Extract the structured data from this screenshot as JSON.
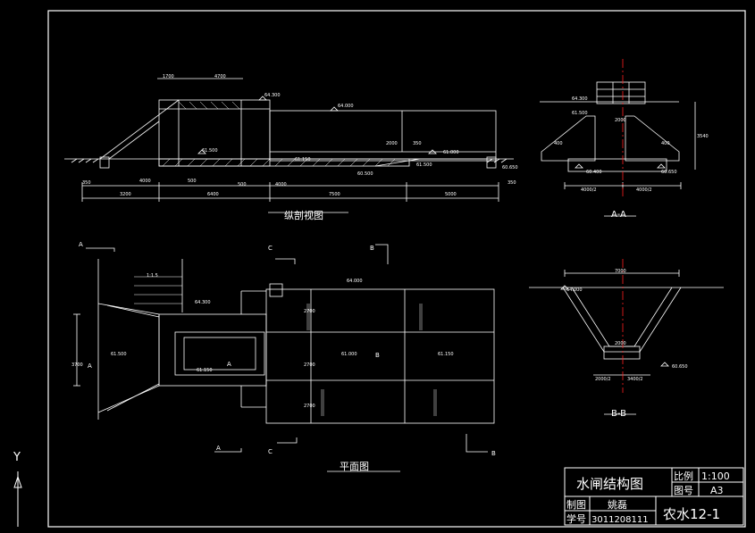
{
  "colors": {
    "background": "#000000",
    "line": "#ffffff",
    "axis": "#ff2020"
  },
  "views": {
    "longitudinal": {
      "caption": "纵剖视图",
      "top_dims": [
        "1700",
        "4700"
      ],
      "elevations": [
        "64.300",
        "64.000",
        "61.500",
        "61.150",
        "61.000",
        "60.500",
        "60.650",
        "61.500"
      ],
      "bottom_dims": [
        "350",
        "4000",
        "500",
        "500",
        "4000",
        "350"
      ],
      "overall_dims": [
        "3200",
        "6400",
        "7500",
        "5000"
      ],
      "mid_dims": [
        "2000",
        "350"
      ]
    },
    "section_aa": {
      "caption": "A-A",
      "elevations": [
        "64.300",
        "61.500",
        "60.400",
        "60.650"
      ],
      "dims": [
        "2000",
        "400",
        "400",
        "3540",
        "4000/2",
        "4000/2"
      ]
    },
    "plan": {
      "caption": "平面图",
      "section_marks": [
        "A",
        "A",
        "C",
        "C",
        "B",
        "B",
        "A",
        "B",
        "A"
      ],
      "slope": "1:1.5",
      "elevations": [
        "64.000",
        "64.300",
        "61.500",
        "61.150",
        "61.000",
        "61.150"
      ],
      "dims": [
        "3700",
        "2700",
        "2700",
        "2700"
      ]
    },
    "section_bb": {
      "caption": "B-B",
      "elevations": [
        "64.000",
        "60.650"
      ],
      "dims": [
        "7000",
        "2000",
        "2000/2",
        "3400/2"
      ]
    }
  },
  "title_block": {
    "title": "水闸结构图",
    "scale_label": "比例",
    "scale_value": "1:100",
    "drawing_no_label": "图号",
    "drawing_no_value": "A3",
    "drafter_label": "制图",
    "drafter_name": "姚磊",
    "student_id_label": "学号",
    "student_id_value": "3011208111",
    "class_name": "农水12-1"
  },
  "ucs": {
    "axis_label": "Y"
  }
}
